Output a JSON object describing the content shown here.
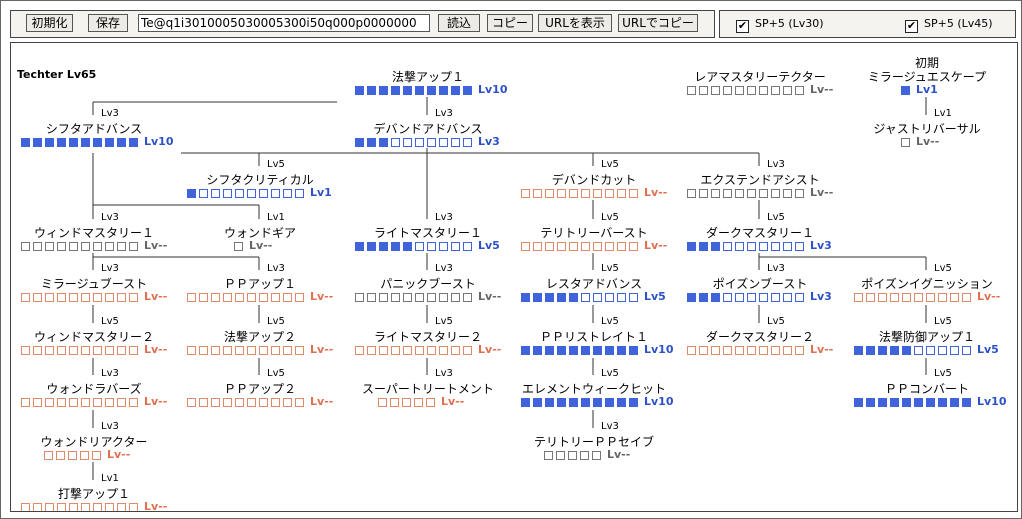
{
  "toolbar": {
    "init_label": "初期化",
    "save_label": "保存",
    "code_value": "Te@q1i3010005030005300i50q000p0000000",
    "load_label": "読込",
    "copy_label": "コピー",
    "show_url_label": "URLを表示",
    "copy_url_label": "URLでコピー"
  },
  "options": {
    "sp30_label": "SP+5 (Lv30)",
    "sp30_checked": true,
    "sp45_label": "SP+5 (Lv45)",
    "sp45_checked": true,
    "check_mark": "✔"
  },
  "tree_title": "Techter Lv65",
  "colors": {
    "filled": "#3f63d9",
    "locked": "#e07050"
  },
  "skills": [
    {
      "id": "hougeki-up-1",
      "name": "法撃アップ１",
      "filled": 10,
      "total": 10,
      "level": "Lv10",
      "state": "max"
    },
    {
      "id": "shifta-advance",
      "name": "シフタアドバンス",
      "filled": 10,
      "total": 10,
      "level": "Lv10",
      "state": "max",
      "req": "Lv3"
    },
    {
      "id": "deband-advance",
      "name": "デバンドアドバンス",
      "filled": 3,
      "total": 10,
      "level": "Lv3",
      "state": "partial",
      "req": "Lv3"
    },
    {
      "id": "shifta-critical",
      "name": "シフタクリティカル",
      "filled": 1,
      "total": 10,
      "level": "Lv1",
      "state": "partial",
      "req": "Lv5"
    },
    {
      "id": "deband-cut",
      "name": "デバンドカット",
      "filled": 0,
      "total": 10,
      "level": "Lv--",
      "state": "locked",
      "req": "Lv5"
    },
    {
      "id": "extend-assist",
      "name": "エクステンドアシスト",
      "filled": 0,
      "total": 10,
      "level": "Lv--",
      "state": "ok",
      "req": "Lv3"
    },
    {
      "id": "wind-mastery-1",
      "name": "ウィンドマスタリー１",
      "filled": 0,
      "total": 10,
      "level": "Lv--",
      "state": "ok",
      "req": "Lv3"
    },
    {
      "id": "wand-gear",
      "name": "ウォンドギア",
      "filled": 0,
      "total": 1,
      "level": "Lv--",
      "state": "ok",
      "req": "Lv1"
    },
    {
      "id": "light-mastery-1",
      "name": "ライトマスタリー１",
      "filled": 5,
      "total": 10,
      "level": "Lv5",
      "state": "partial",
      "req": "Lv3"
    },
    {
      "id": "territory-burst",
      "name": "テリトリーバースト",
      "filled": 0,
      "total": 10,
      "level": "Lv--",
      "state": "locked",
      "req": "Lv5"
    },
    {
      "id": "dark-mastery-1",
      "name": "ダークマスタリー１",
      "filled": 3,
      "total": 10,
      "level": "Lv3",
      "state": "partial",
      "req": "Lv5"
    },
    {
      "id": "mirage-boost",
      "name": "ミラージュブースト",
      "filled": 0,
      "total": 10,
      "level": "Lv--",
      "state": "locked",
      "req": "Lv3"
    },
    {
      "id": "pp-up-1",
      "name": "ＰＰアップ１",
      "filled": 0,
      "total": 10,
      "level": "Lv--",
      "state": "locked",
      "req": "Lv3"
    },
    {
      "id": "panic-boost",
      "name": "パニックブースト",
      "filled": 0,
      "total": 10,
      "level": "Lv--",
      "state": "ok",
      "req": "Lv3"
    },
    {
      "id": "restar-advance",
      "name": "レスタアドバンス",
      "filled": 5,
      "total": 10,
      "level": "Lv5",
      "state": "partial",
      "req": "Lv5"
    },
    {
      "id": "poison-boost",
      "name": "ポイズンブースト",
      "filled": 3,
      "total": 10,
      "level": "Lv3",
      "state": "partial",
      "req": "Lv3"
    },
    {
      "id": "poison-ignition",
      "name": "ポイズンイグニッション",
      "filled": 0,
      "total": 10,
      "level": "Lv--",
      "state": "locked",
      "req": "Lv5"
    },
    {
      "id": "wind-mastery-2",
      "name": "ウィンドマスタリー２",
      "filled": 0,
      "total": 10,
      "level": "Lv--",
      "state": "locked",
      "req": "Lv5"
    },
    {
      "id": "hougeki-up-2",
      "name": "法撃アップ２",
      "filled": 0,
      "total": 10,
      "level": "Lv--",
      "state": "locked",
      "req": "Lv5"
    },
    {
      "id": "light-mastery-2",
      "name": "ライトマスタリー２",
      "filled": 0,
      "total": 10,
      "level": "Lv--",
      "state": "locked",
      "req": "Lv5"
    },
    {
      "id": "pp-restorate-1",
      "name": "ＰＰリストレイト１",
      "filled": 10,
      "total": 10,
      "level": "Lv10",
      "state": "max",
      "req": "Lv5"
    },
    {
      "id": "dark-mastery-2",
      "name": "ダークマスタリー２",
      "filled": 0,
      "total": 10,
      "level": "Lv--",
      "state": "locked",
      "req": "Lv5"
    },
    {
      "id": "hou-guard-up-1",
      "name": "法撃防御アップ１",
      "filled": 5,
      "total": 10,
      "level": "Lv5",
      "state": "partial",
      "req": "Lv5"
    },
    {
      "id": "wand-lovers",
      "name": "ウォンドラバーズ",
      "filled": 0,
      "total": 10,
      "level": "Lv--",
      "state": "locked",
      "req": "Lv3"
    },
    {
      "id": "pp-up-2",
      "name": "ＰＰアップ２",
      "filled": 0,
      "total": 10,
      "level": "Lv--",
      "state": "locked",
      "req": "Lv5"
    },
    {
      "id": "super-treatment",
      "name": "スーパートリートメント",
      "filled": 0,
      "total": 5,
      "level": "Lv--",
      "state": "locked",
      "req": "Lv3"
    },
    {
      "id": "element-weak-hit",
      "name": "エレメントウィークヒット",
      "filled": 10,
      "total": 10,
      "level": "Lv10",
      "state": "max",
      "req": "Lv5"
    },
    {
      "id": "pp-convert",
      "name": "ＰＰコンバート",
      "filled": 10,
      "total": 10,
      "level": "Lv10",
      "state": "max",
      "req": "Lv5"
    },
    {
      "id": "wand-reactor",
      "name": "ウォンドリアクター",
      "filled": 0,
      "total": 5,
      "level": "Lv--",
      "state": "locked",
      "req": "Lv3"
    },
    {
      "id": "territory-pp-save",
      "name": "テリトリーＰＰセイブ",
      "filled": 0,
      "total": 5,
      "level": "Lv--",
      "state": "ok",
      "req": "Lv3"
    },
    {
      "id": "dageki-up-1",
      "name": "打撃アップ１",
      "filled": 0,
      "total": 10,
      "level": "Lv--",
      "state": "locked",
      "req": "Lv1"
    },
    {
      "id": "rare-mastery",
      "name": "レアマスタリーテクター",
      "filled": 0,
      "total": 10,
      "level": "Lv--",
      "state": "ok"
    },
    {
      "id": "mirage-escape",
      "name": "ミラージュエスケープ",
      "pre": "初期",
      "filled": 1,
      "total": 1,
      "level": "Lv1",
      "state": "max"
    },
    {
      "id": "just-reversal",
      "name": "ジャストリバーサル",
      "filled": 0,
      "total": 1,
      "level": "Lv--",
      "state": "ok",
      "req": "Lv1"
    }
  ]
}
